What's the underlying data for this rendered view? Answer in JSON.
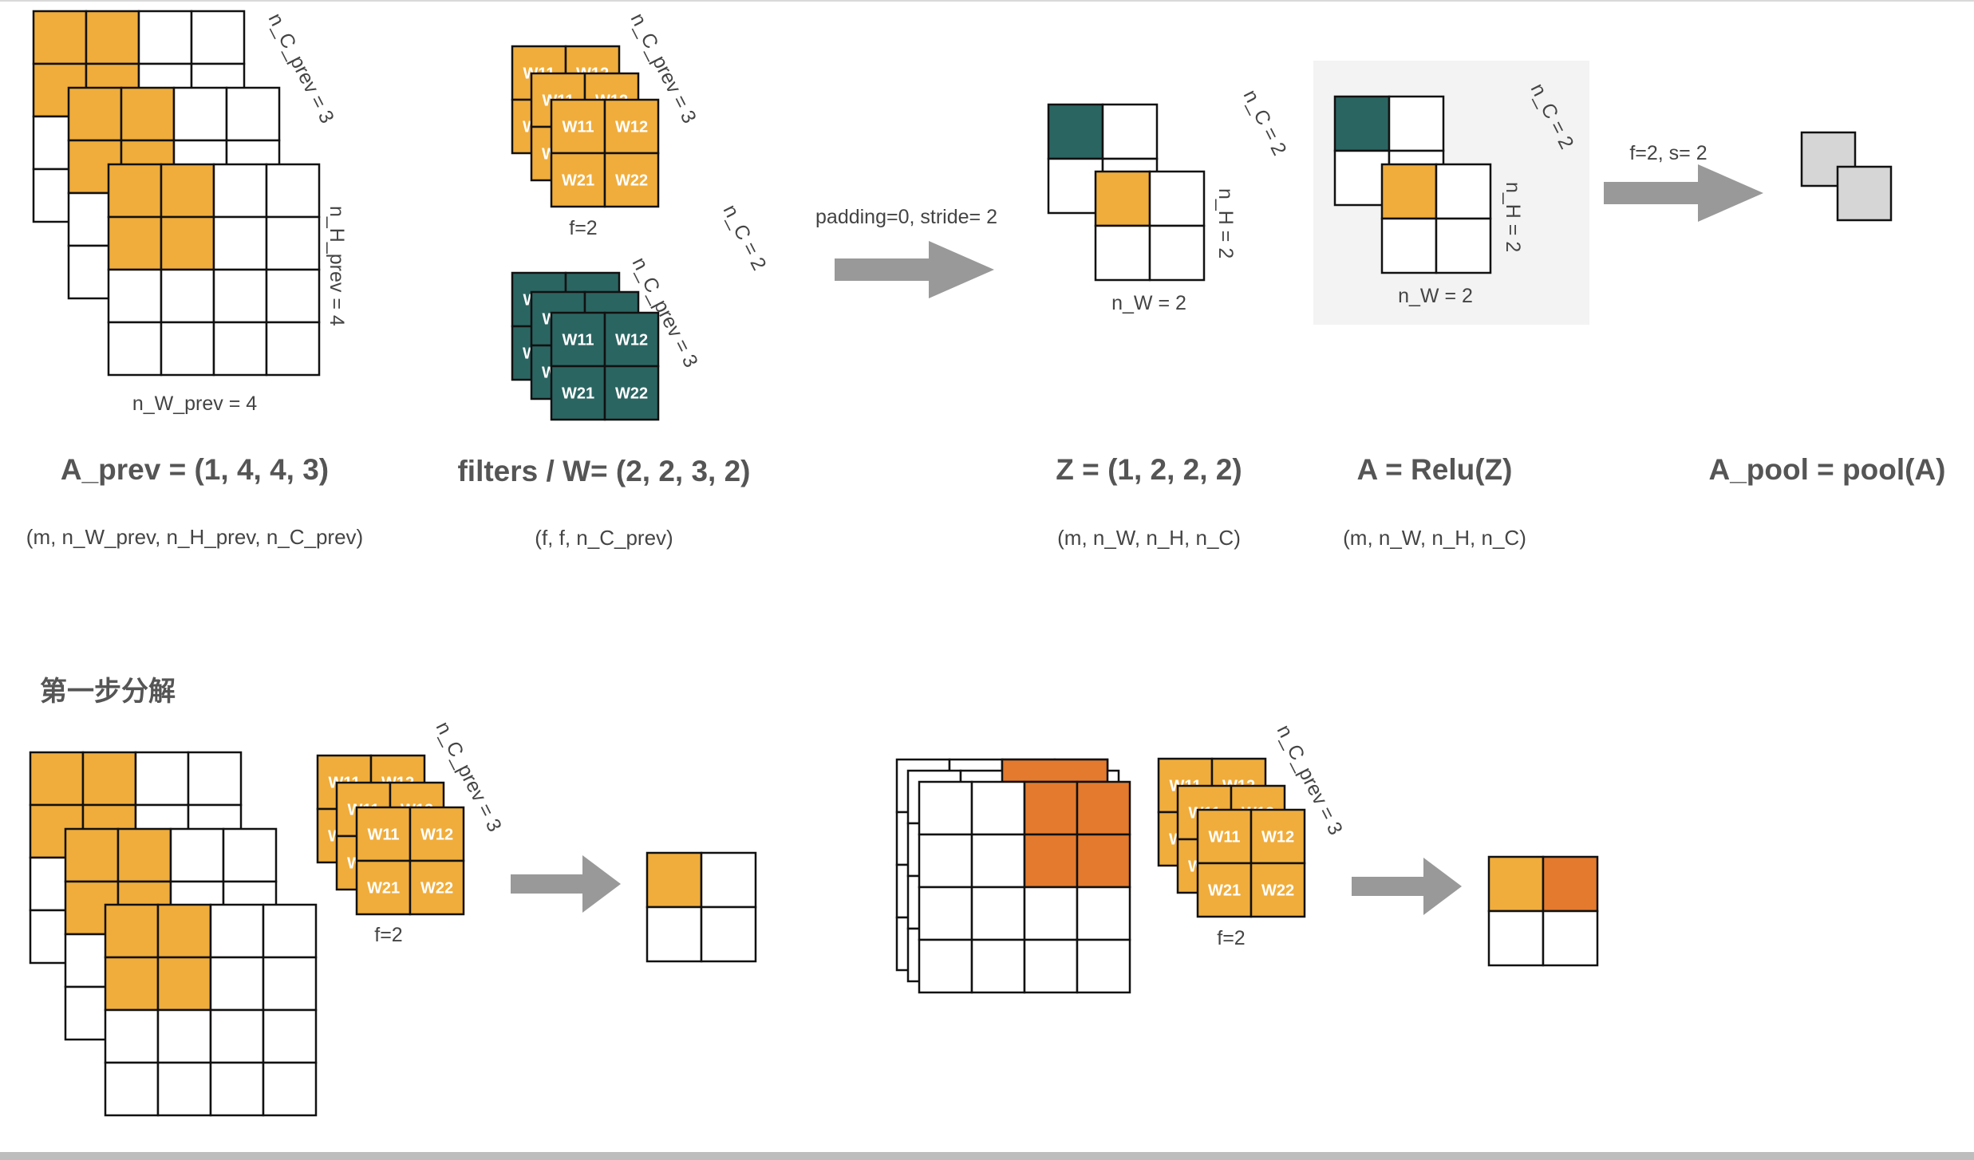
{
  "colors": {
    "orange": "#f0ad3c",
    "dark_orange": "#e47a2e",
    "teal": "#2b6562",
    "gray_block": "#d6d6d6",
    "arrow": "#999999",
    "relu_panel": "#f3f3f3",
    "page": "#ffffff"
  },
  "top": {
    "a_prev": {
      "dim_c": "n_C_prev = 3",
      "dim_h": "n_H_prev = 4",
      "dim_w": "n_W_prev = 4",
      "title": "A_prev = (1, 4, 4, 3)",
      "shape": "(m, n_W_prev, n_H_prev, n_C_prev)"
    },
    "filters": {
      "weight_labels": [
        "W11",
        "W12",
        "W21",
        "W22"
      ],
      "orange_dim_c": "n_C_prev = 3",
      "orange_f": "f=2",
      "teal_dim_c": "n_C_prev = 3",
      "n_c": "n_C = 2",
      "title": "filters / W= (2, 2, 3, 2)",
      "shape": "(f, f, n_C_prev)"
    },
    "conv_arrow_label": "padding=0, stride= 2",
    "z": {
      "dim_c": "n_C = 2",
      "dim_h": "n_H = 2",
      "dim_w": "n_W = 2",
      "title": "Z = (1, 2, 2, 2)",
      "shape": "(m, n_W, n_H, n_C)"
    },
    "relu": {
      "dim_c": "n_C = 2",
      "dim_h": "n_H = 2",
      "dim_w": "n_W = 2",
      "title": "A = Relu(Z)",
      "shape": "(m, n_W, n_H, n_C)"
    },
    "pool_arrow_label": "f=2, s= 2",
    "pool": {
      "title": "A_pool = pool(A)"
    }
  },
  "bottom": {
    "section_title": "第一步分解",
    "left": {
      "weight_labels": [
        "W11",
        "W12",
        "W21",
        "W22"
      ],
      "dim_c": "n_C_prev = 3",
      "f": "f=2"
    },
    "right": {
      "weight_labels": [
        "W11",
        "W12",
        "W21",
        "W22"
      ],
      "dim_c": "n_C_prev = 3",
      "f": "f=2"
    }
  }
}
